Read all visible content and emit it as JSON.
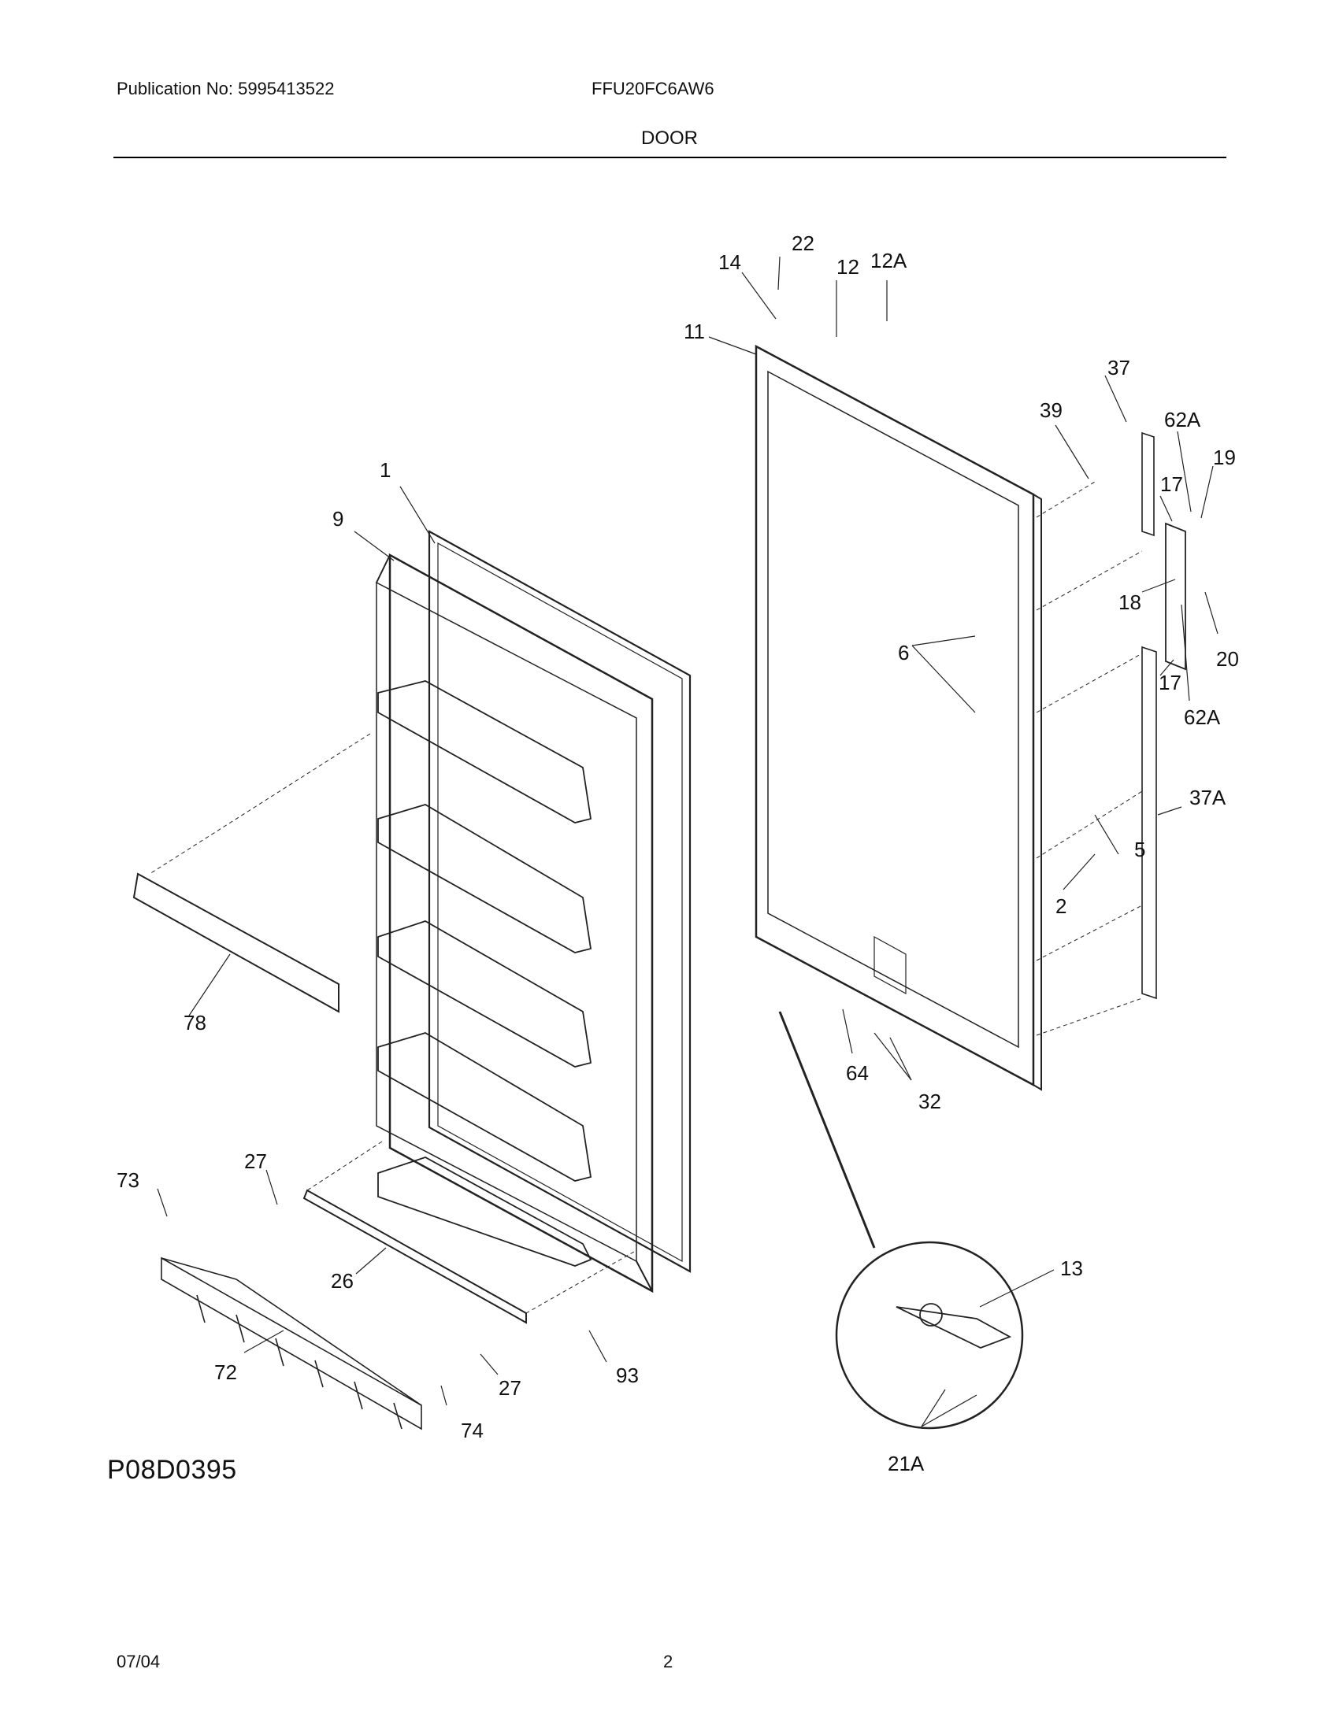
{
  "header": {
    "publication": "Publication No: 5995413522",
    "model": "FFU20FC6AW6",
    "section": "DOOR"
  },
  "drawing_code": "P08D0395",
  "footer": {
    "date": "07/04",
    "page": "2"
  },
  "callouts": {
    "c1": "1",
    "c9": "9",
    "c78": "78",
    "c73": "73",
    "c27a": "27",
    "c26": "26",
    "c72": "72",
    "c27b": "27",
    "c93": "93",
    "c74": "74",
    "c11": "11",
    "c14": "14",
    "c22": "22",
    "c12": "12",
    "c12a": "12A",
    "c37": "37",
    "c39": "39",
    "c62a_top": "62A",
    "c19": "19",
    "c17_top": "17",
    "c18": "18",
    "c20": "20",
    "c17_bot": "17",
    "c62a_bot": "62A",
    "c6": "6",
    "c37a": "37A",
    "c5": "5",
    "c2": "2",
    "c64": "64",
    "c32": "32",
    "c13": "13",
    "c21a": "21A"
  }
}
